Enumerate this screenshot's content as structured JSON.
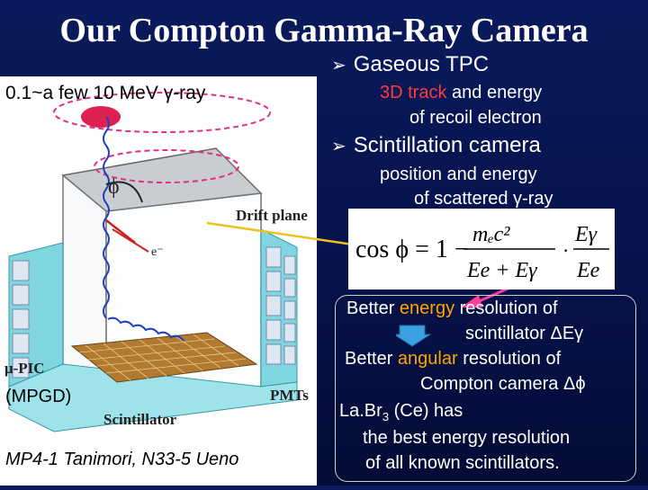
{
  "title": "Our Compton Gamma-Ray Camera",
  "figure": {
    "energy_label": "0.1~a few 10 MeV  γ-ray",
    "drift_plane": "Drift plane",
    "phi": "ϕ",
    "electron": "e⁻",
    "mu_pic": "μ-PIC",
    "mpgd": "(MPGD)",
    "pmts": "PMTs",
    "scintillator": "Scintillator",
    "credit": "MP4-1 Tanimori, N33-5 Ueno"
  },
  "bullets": [
    {
      "label": "Gaseous TPC",
      "desc_highlight": "3D track",
      "desc_rest": " and energy",
      "desc_line2": "of recoil electron"
    },
    {
      "label": "Scintillation camera",
      "desc_line1": "position and energy",
      "desc_line2": "of scattered γ-ray"
    }
  ],
  "formula": {
    "lhs": "cos ϕ = 1 −",
    "me": "mₑc²",
    "den": "Ee + Eγ",
    "num2": "Eγ",
    "den2": "Ee"
  },
  "box": {
    "l1_pre": "Better ",
    "l1_hl": "energy",
    "l1_post": " resolution of",
    "l2": "scintillator ΔEγ",
    "l3_pre": "Better ",
    "l3_hl": "angular",
    "l3_post": " resolution of",
    "l4": "Compton camera  Δϕ",
    "l5_pre": "La.Br",
    "l5_sub": "3",
    "l5_post": " (Ce) has",
    "l6": "the best energy resolution",
    "l7": "of all known scintillators."
  },
  "colors": {
    "accent_red": "#ff3b3b",
    "accent_orange": "#ffa500",
    "link": "#f0c020"
  }
}
